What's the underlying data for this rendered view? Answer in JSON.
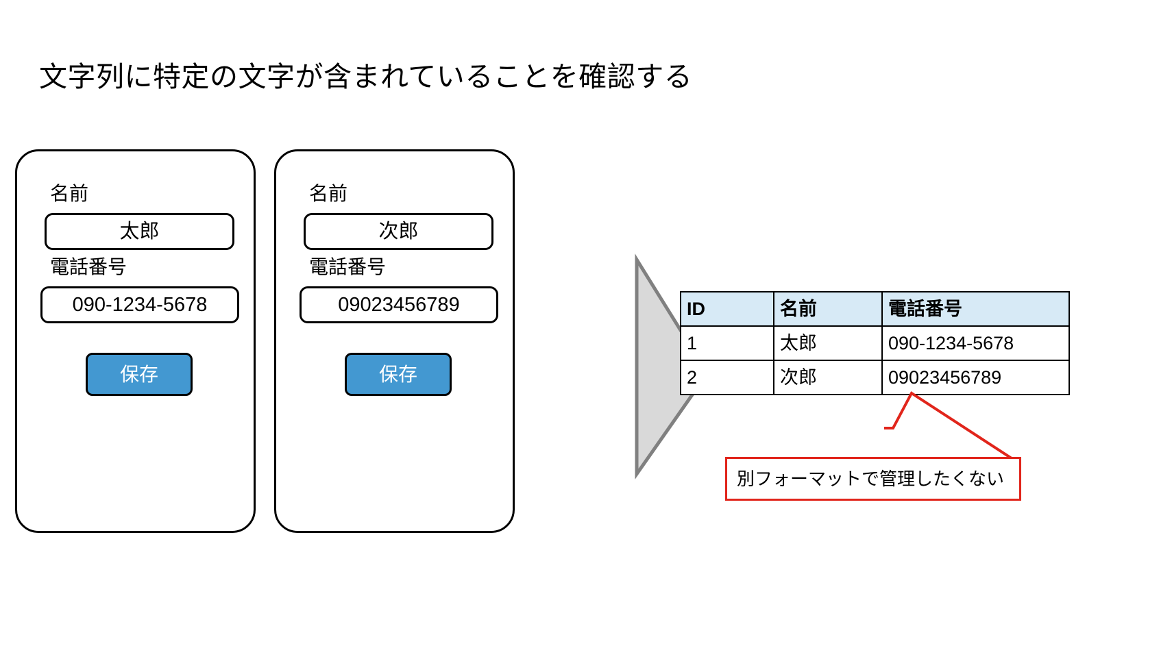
{
  "slide": {
    "title": "文字列に特定の文字が含まれていることを確認する"
  },
  "forms": [
    {
      "name_label": "名前",
      "name_value": "太郎",
      "tel_label": "電話番号",
      "tel_value": "090-1234-5678",
      "save_label": "保存"
    },
    {
      "name_label": "名前",
      "name_value": "次郎",
      "tel_label": "電話番号",
      "tel_value": "09023456789",
      "save_label": "保存"
    }
  ],
  "arrow": {
    "icon": "triangle-right-icon",
    "fill": "#d9d9d9",
    "stroke": "#808080"
  },
  "table": {
    "columns": [
      "ID",
      "名前",
      "電話番号"
    ],
    "rows": [
      [
        "1",
        "太郎",
        "090-1234-5678"
      ],
      [
        "2",
        "次郎",
        "09023456789"
      ]
    ],
    "header_background": "#d7eaf6",
    "border_color": "#000000"
  },
  "callout": {
    "text": "別フォーマットで管理したくない",
    "color": "#e1251b"
  },
  "colors": {
    "save_button": "#4398d1",
    "save_button_text": "#ffffff",
    "card_border": "#000000",
    "background": "#ffffff"
  }
}
